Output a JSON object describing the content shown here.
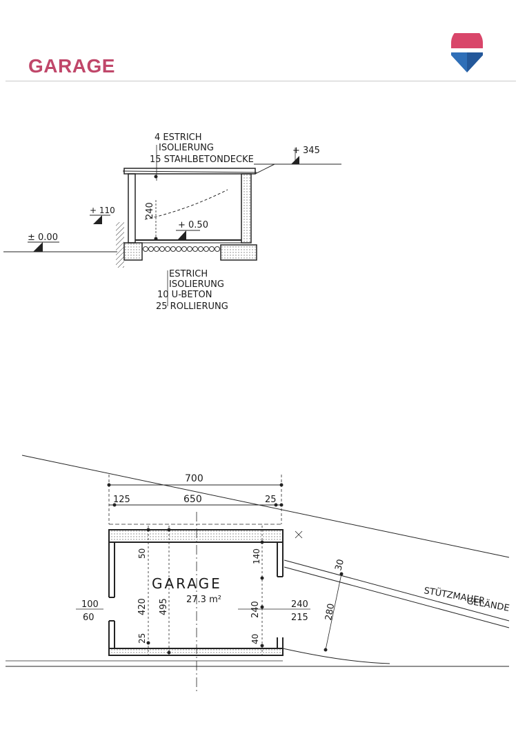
{
  "page": {
    "title": "GARAGE"
  },
  "colors": {
    "title": "#c0476a",
    "logo_top": "#d9466a",
    "logo_bottom": "#2f6fb8"
  },
  "section": {
    "top_layers": [
      "4 ESTRICH",
      "ISOLIERUNG",
      "15 STAHLBETONDECKE"
    ],
    "bottom_layers": [
      "ESTRICH",
      "ISOLIERUNG",
      "10 U-BETON",
      "25 ROLLIERUNG"
    ],
    "levels": {
      "top": "+ 345",
      "sill": "+ 110",
      "ground": "± 0.00",
      "floor": "+ 0.50"
    },
    "height": "240"
  },
  "plan": {
    "room_name": "GARAGE",
    "room_area": "27.3 m²",
    "dim_total": "700",
    "dim_left": "125",
    "dim_mid": "650",
    "dim_right": "25",
    "dim_opening_top": "100",
    "dim_opening_bottom": "60",
    "dim_420": "420",
    "dim_495": "495",
    "dim_50": "50",
    "dim_25": "25",
    "dim_140": "140",
    "dim_240v": "240",
    "dim_40": "40",
    "dim_240h": "240",
    "dim_215": "215",
    "dim_30": "30",
    "dim_280": "280",
    "wall_label_1": "STÜTZMAUER",
    "wall_label_2": "GELÄNDE"
  }
}
